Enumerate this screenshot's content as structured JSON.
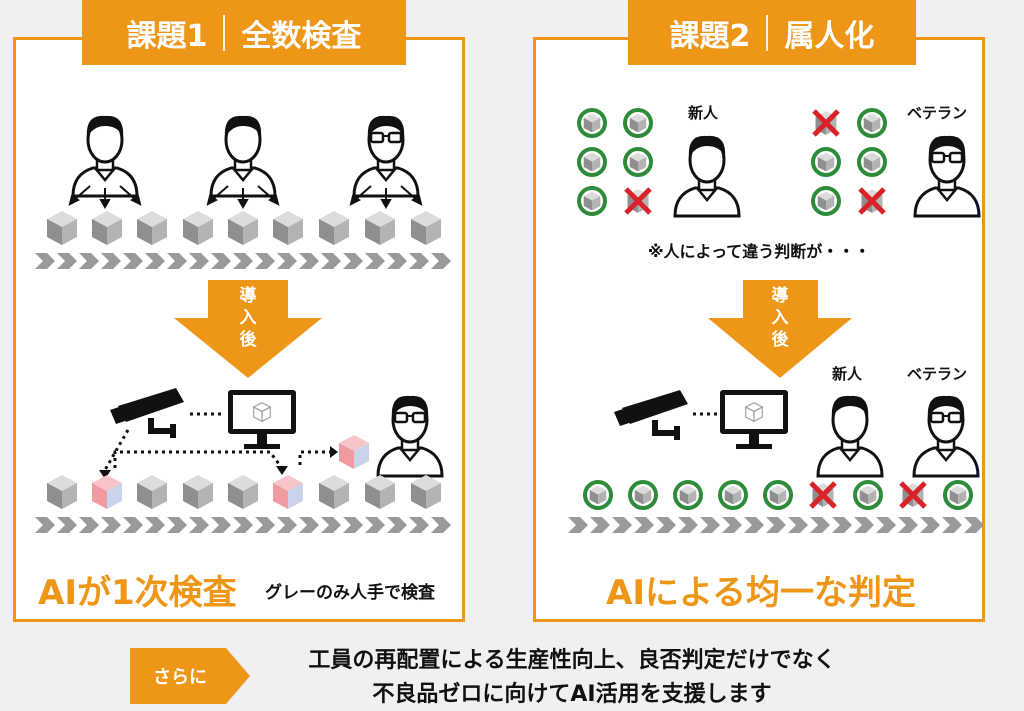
{
  "left": {
    "tab_prefix": "課題1",
    "tab_title": "全数検査",
    "arrow_label": [
      "導",
      "入",
      "後"
    ],
    "headline": "AIが1次検査",
    "note": "グレーのみ人手で検査"
  },
  "right": {
    "tab_prefix": "課題2",
    "tab_title": "属人化",
    "label_new": "新人",
    "label_veteran": "ベテラン",
    "caption": "※人によって違う判断が・・・",
    "arrow_label": [
      "導",
      "入",
      "後"
    ],
    "label_new_after": "新人",
    "label_veteran_after": "ベテラン",
    "headline": "AIによる均一な判定"
  },
  "bottom": {
    "badge": "さらに",
    "line1": "工員の再配置による生産性向上、良否判定だけでなく",
    "line2": "不良品ゼロに向けてAI活用を支援します"
  },
  "colors": {
    "accent": "#ee9617",
    "ok_circle": "#2e8b3a",
    "ng_cross": "#d9222a",
    "defect_box": "#f0a0a6"
  }
}
